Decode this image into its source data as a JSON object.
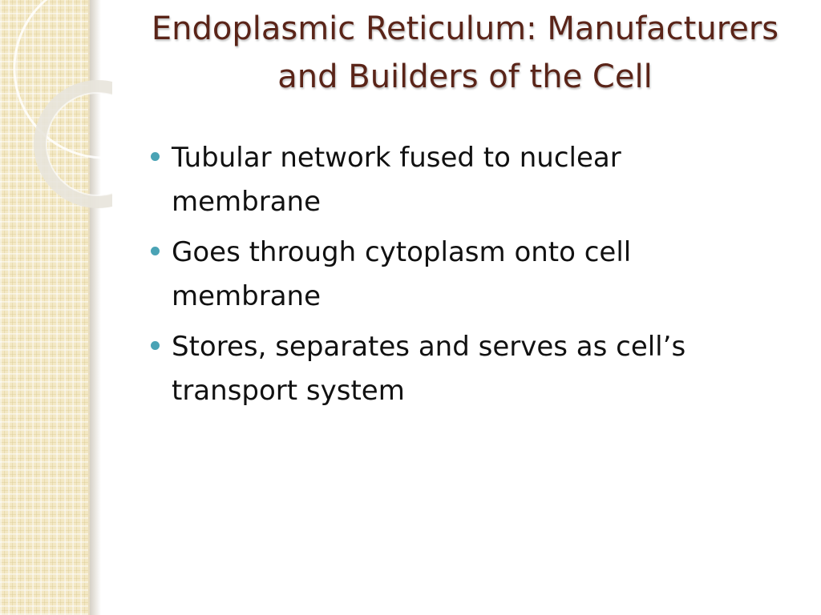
{
  "slide": {
    "title": "Endoplasmic Reticulum: Manufacturers and Builders of the Cell",
    "bullets": [
      "Tubular network fused to nuclear membrane",
      "Goes through cytoplasm onto cell membrane",
      "Stores, separates and serves as cell’s transport system"
    ],
    "colors": {
      "title": "#5a2418",
      "bullet_marker": "#4aa3b5",
      "side_panel": "#f3e8c4"
    }
  }
}
